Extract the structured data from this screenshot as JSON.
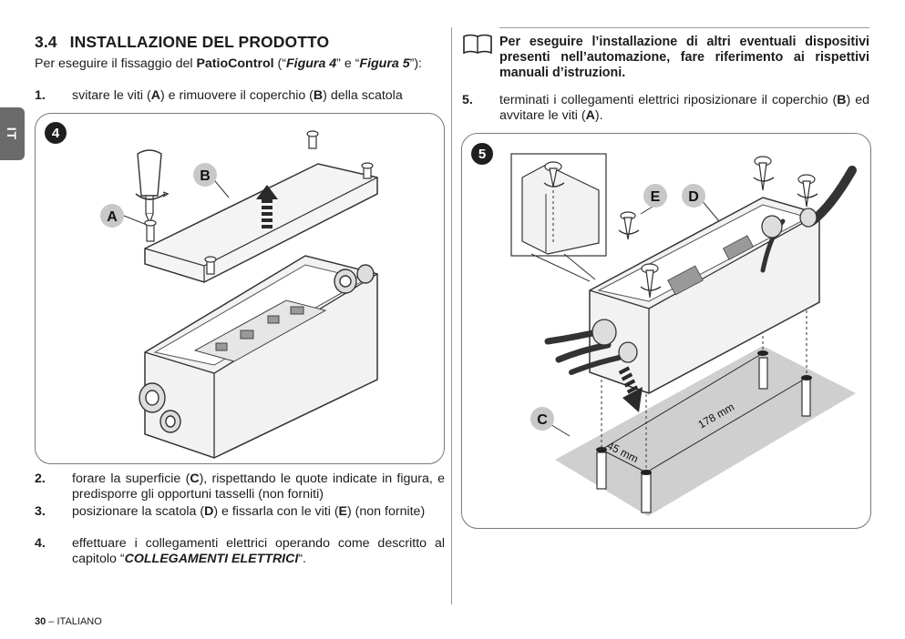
{
  "lang_tab": "IT",
  "section": {
    "number": "3.4",
    "title": "INSTALLAZIONE DEL PRODOTTO"
  },
  "intro": {
    "a": "Per eseguire il fissaggio del ",
    "product": "PatioControl",
    "b": " (“",
    "fig4": "Figura 4",
    "c": "” e “",
    "fig5": "Figura 5",
    "d": "”):"
  },
  "step1": {
    "num": "1.",
    "a": "svitare le viti (",
    "A": "A",
    "b": ") e rimuovere il coperchio (",
    "B": "B",
    "c": ") della scatola"
  },
  "figure4": {
    "badge": "4",
    "label_a": "A",
    "label_b": "B"
  },
  "step2": {
    "num": "2.",
    "a": "forare la superficie (",
    "C": "C",
    "b": "), rispettando le quote indicate in figura, e predisporre gli opportuni tasselli (non forniti)"
  },
  "step3": {
    "num": "3.",
    "a": "posizionare la scatola (",
    "D": "D",
    "b": ") e fissarla con le viti (",
    "E": "E",
    "c": ") (non fornite)"
  },
  "step4": {
    "num": "4.",
    "a": "effettuare i collegamenti elettrici operando come descritto al capitolo “",
    "link": "COLLEGAMENTI ELETTRICI",
    "b": "“."
  },
  "note": "Per eseguire l’installazione di altri eventuali dispositivi presenti nell’automazione, fare riferimento ai rispettivi manuali d’istruzioni.",
  "step5": {
    "num": "5.",
    "a": "terminati i collegamenti elettrici riposizionare il coperchio (",
    "B": "B",
    "b": ") ed avvitare le viti (",
    "A": "A",
    "c": ")."
  },
  "figure5": {
    "badge": "5",
    "label_c": "C",
    "label_d": "D",
    "label_e": "E",
    "dim_long": "178 mm",
    "dim_short": "45 mm"
  },
  "footer": {
    "page": "30",
    "sep": " – ",
    "lang": "ITALIANO"
  },
  "colors": {
    "label_circle": "#c8c8c8",
    "surface": "#cfcfcf",
    "box_fill": "#f2f2f2",
    "badge": "#1f1f1f"
  }
}
